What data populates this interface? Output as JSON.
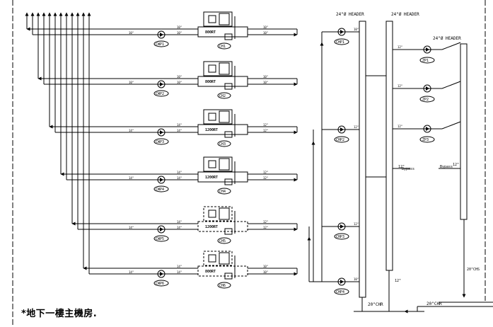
{
  "title": "*地下一樓主機房.",
  "headers": {
    "h1": "24\"Ø HEADER",
    "h2": "24\"Ø HEADER",
    "h3": "24\"Ø HEADER",
    "bottom_left": "20\"CHR",
    "bottom_mid": "20\"CHR",
    "right_vertical": "20\"CHS",
    "right_bottom": "12\""
  },
  "chillers": [
    {
      "id": "CH1",
      "model": "800RT",
      "pump": "CWP1",
      "size_in": "10\"",
      "size_out": "10\"",
      "dashed": false
    },
    {
      "id": "CH2",
      "model": "800RT",
      "pump": "CWP2",
      "size_in": "10\"",
      "size_out": "10\"",
      "dashed": false
    },
    {
      "id": "CH3",
      "model": "1200RT",
      "pump": "CWP3",
      "size_in": "14\"",
      "size_out": "12\"",
      "dashed": false
    },
    {
      "id": "CH4",
      "model": "1200RT",
      "pump": "CWP4",
      "size_in": "14\"",
      "size_out": "12\"",
      "dashed": false
    },
    {
      "id": "CH5",
      "model": "1200RT",
      "pump": "CWP5",
      "size_in": "14\"",
      "size_out": "12\"",
      "dashed": true
    },
    {
      "id": "CH6",
      "model": "800RT",
      "pump": "CWP6",
      "size_in": "14\"",
      "size_out": "10\"",
      "dashed": true
    }
  ],
  "chw_pumps": [
    {
      "id": "CHP1",
      "size": "10\""
    },
    {
      "id": "CHP2",
      "size": "12\""
    },
    {
      "id": "CHP3",
      "size": "12\""
    },
    {
      "id": "CHP4",
      "size": "10\""
    }
  ],
  "zone_pumps": [
    {
      "id": "ZP1",
      "size": "12\""
    },
    {
      "id": "ZP2",
      "size": "12\""
    },
    {
      "id": "ZP3",
      "size": "12\""
    }
  ],
  "misc_labels": {
    "bypass": "12\"",
    "bypass_note": "Bypass",
    "spare_size": "12\""
  }
}
